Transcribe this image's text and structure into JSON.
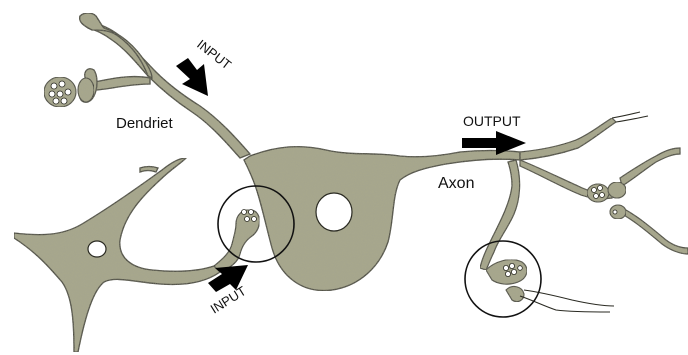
{
  "labels": {
    "dendrite": "Dendriet",
    "axon": "Axon",
    "input_top": "INPUT",
    "input_bottom": "INPUT",
    "output": "OUTPUT"
  },
  "colors": {
    "cell_fill": "#a9a98c",
    "cell_stroke": "#2a2a22",
    "nucleus": "#ffffff",
    "arrow": "#000000",
    "vesicle": "#ffffff"
  }
}
